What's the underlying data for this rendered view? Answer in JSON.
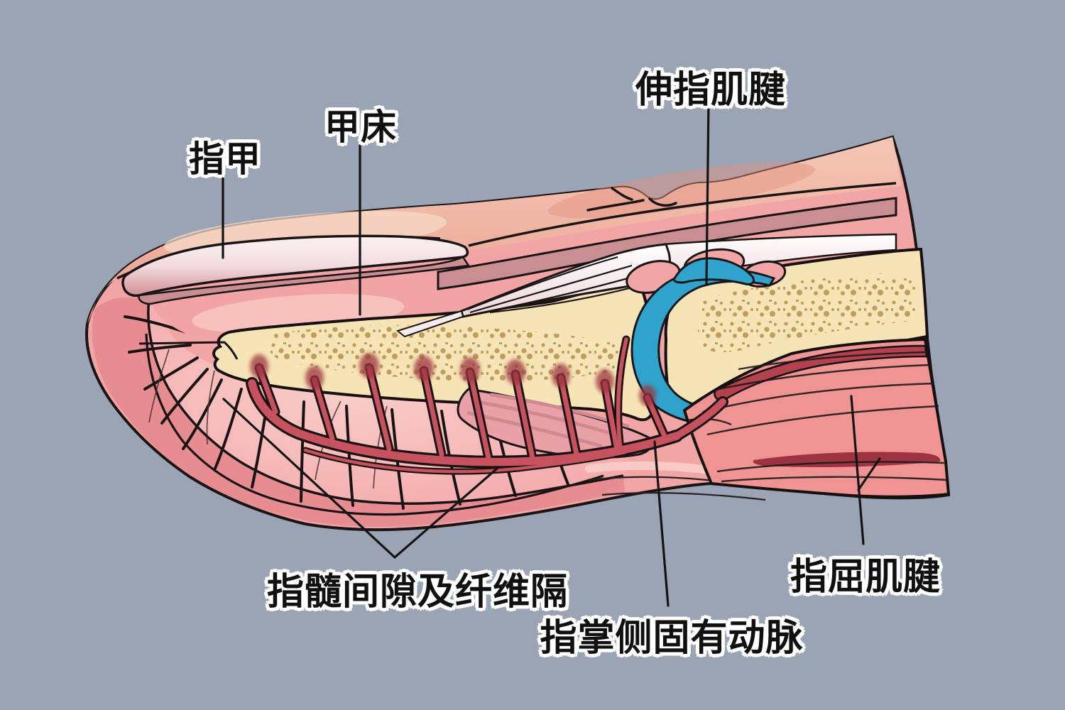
{
  "illustration": {
    "labels": {
      "nail": {
        "text": "指甲"
      },
      "nail_bed": {
        "text": "甲床"
      },
      "extensor_tendon": {
        "text": "伸指肌腱"
      },
      "pulp_space_septa": {
        "text": "指髓间隙及纤维隔"
      },
      "proper_palmar_digital_artery": {
        "text": "指掌侧固有动脉"
      },
      "flexor_tendon": {
        "text": "指屈肌腱"
      }
    },
    "palette": {
      "background": "#9ba4b5",
      "outline": "#1b1414",
      "skin": "#eca697",
      "skin_light": "#f5cdbb",
      "nail": "#f7ebec",
      "nail_deep": "#cd9198",
      "mauve_band": "#c98e92",
      "pink_band": "#f2a5a5",
      "nail_bed": "#f2a3a6",
      "pulp": "#f4acad",
      "pulp_rim": "#e78d92",
      "bone": "#f7e4b6",
      "bone_speckle": "#b2924e",
      "tendon_white": "#fbf7f8",
      "sheath_blue": "#2fa3cb",
      "artery": "#c5525e",
      "artery_dark": "#9b3440",
      "muscle": "#f09393",
      "label_text": "#101010",
      "label_halo": "#ffffff"
    }
  }
}
